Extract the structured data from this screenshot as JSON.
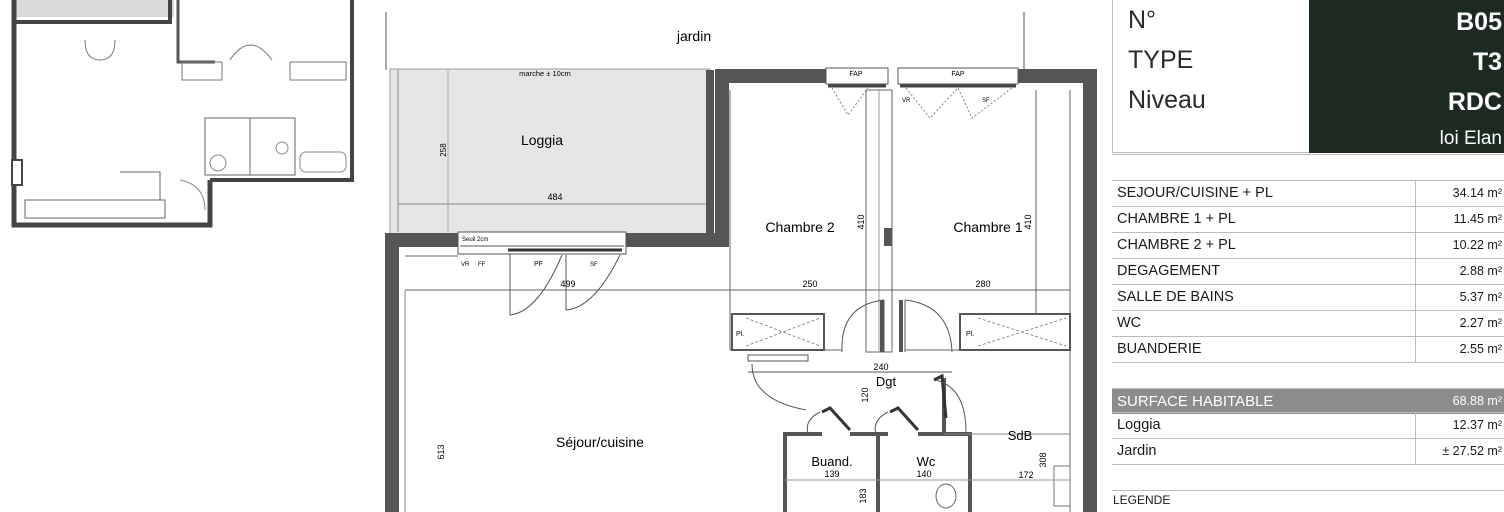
{
  "header": {
    "no_label": "N°",
    "type_label": "TYPE",
    "level_label": "Niveau",
    "no_value": "B05",
    "type_value": "T3",
    "level_value": "RDC",
    "law": "loi Elan"
  },
  "rooms": [
    {
      "name": "SEJOUR/CUISINE + PL",
      "area": "34.14 m²"
    },
    {
      "name": "CHAMBRE 1 + PL",
      "area": "11.45 m²"
    },
    {
      "name": "CHAMBRE 2 + PL",
      "area": "10.22 m²"
    },
    {
      "name": "DEGAGEMENT",
      "area": "2.88 m²"
    },
    {
      "name": "SALLE DE BAINS",
      "area": "5.37 m²"
    },
    {
      "name": "WC",
      "area": "2.27 m²"
    },
    {
      "name": "BUANDERIE",
      "area": "2.55 m²"
    }
  ],
  "surface": {
    "label": "SURFACE HABITABLE",
    "area": "68.88 m²"
  },
  "extras": [
    {
      "name": "Loggia",
      "area": "12.37 m²"
    },
    {
      "name": "Jardin",
      "area": "± 27.52 m²"
    }
  ],
  "legend": "LEGENDE",
  "plan": {
    "jardin": "jardin",
    "marche": "marche ± 10cm",
    "loggia": "Loggia",
    "chambre2": "Chambre 2",
    "chambre1": "Chambre 1",
    "sejour": "Séjour/cuisine",
    "dgt": "Dgt",
    "sdb": "SdB",
    "buand": "Buand.",
    "wc": "Wc",
    "seuil": "Seuil 2cm",
    "fap": "FAP",
    "vr": "VR",
    "sf": "SF",
    "ff": "FF",
    "pf": "PF",
    "pl": "Pl.",
    "d258": "258",
    "d484": "484",
    "d499": "499",
    "d410": "410",
    "d250": "250",
    "d280": "280",
    "d240": "240",
    "d120": "120",
    "d613": "613",
    "d308": "308",
    "d172": "172",
    "d139": "139",
    "d140": "140",
    "d183": "183"
  }
}
